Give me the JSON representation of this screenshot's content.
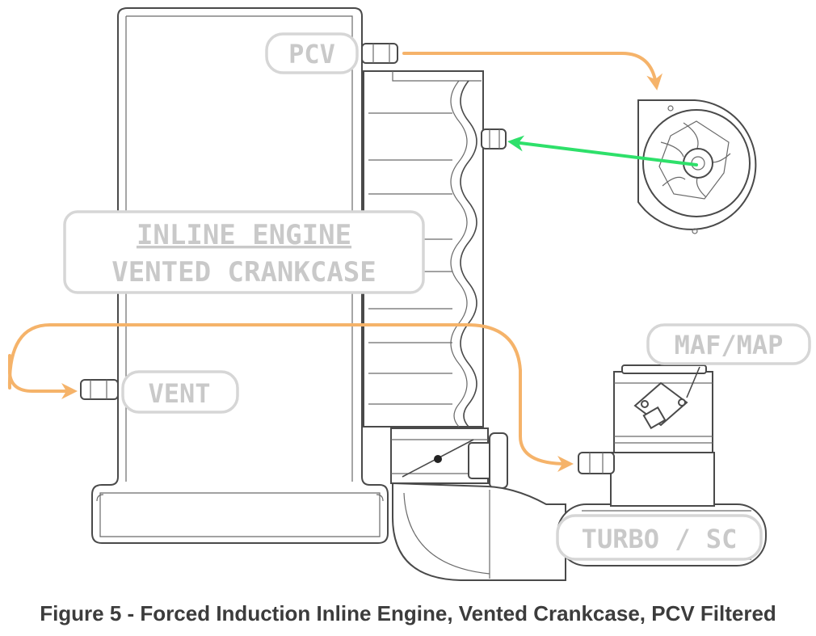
{
  "labels": {
    "pcv": "PCV",
    "engine_line1": "INLINE ENGINE",
    "engine_line2": "VENTED CRANKCASE",
    "vent": "VENT",
    "maf_map": "MAF/MAP",
    "turbo_sc": "TURBO / SC"
  },
  "caption": "Figure 5 - Forced Induction Inline Engine, Vented Crankcase, PCV Filtered",
  "colors": {
    "vent_flow": "#f5b36a",
    "pcv_flow": "#2ee06a",
    "line": "#4a4a4a",
    "label_outline": "#d6d6d6"
  }
}
